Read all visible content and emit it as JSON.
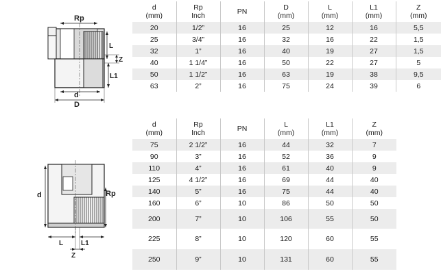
{
  "drawing_1": {
    "labels": {
      "rp": "Rp",
      "l": "L",
      "z": "Z",
      "l1": "L1",
      "d_inner": "d",
      "d_outer": "D"
    }
  },
  "drawing_2": {
    "labels": {
      "d": "d",
      "rp": "Rp",
      "l": "L",
      "l1": "L1",
      "z": "Z"
    }
  },
  "table_1": {
    "headers": [
      [
        "d",
        "(mm)"
      ],
      [
        "Rp",
        "Inch"
      ],
      [
        "PN",
        ""
      ],
      [
        "D",
        "(mm)"
      ],
      [
        "L",
        "(mm)"
      ],
      [
        "L1",
        "(mm)"
      ],
      [
        "Z",
        "(mm)"
      ]
    ],
    "rows": [
      [
        "20",
        "1/2”",
        "16",
        "25",
        "12",
        "16",
        "5,5"
      ],
      [
        "25",
        "3/4”",
        "16",
        "32",
        "16",
        "22",
        "1,5"
      ],
      [
        "32",
        "1”",
        "16",
        "40",
        "19",
        "27",
        "1,5"
      ],
      [
        "40",
        "1 1/4”",
        "16",
        "50",
        "22",
        "27",
        "5"
      ],
      [
        "50",
        "1 1/2”",
        "16",
        "63",
        "19",
        "38",
        "9,5"
      ],
      [
        "63",
        "2”",
        "16",
        "75",
        "24",
        "39",
        "6"
      ]
    ]
  },
  "table_2": {
    "headers": [
      [
        "d",
        "(mm)"
      ],
      [
        "Rp",
        "Inch"
      ],
      [
        "PN",
        ""
      ],
      [
        "L",
        "(mm)"
      ],
      [
        "L1",
        "(mm)"
      ],
      [
        "Z",
        "(mm)"
      ]
    ],
    "rows": [
      [
        "75",
        "2 1/2”",
        "16",
        "44",
        "32",
        "7"
      ],
      [
        "90",
        "3”",
        "16",
        "52",
        "36",
        "9"
      ],
      [
        "110",
        "4”",
        "16",
        "61",
        "40",
        "9"
      ],
      [
        "125",
        "4 1/2”",
        "16",
        "69",
        "44",
        "40"
      ],
      [
        "140",
        "5”",
        "16",
        "75",
        "44",
        "40"
      ],
      [
        "160",
        "6”",
        "10",
        "86",
        "50",
        "50"
      ],
      [
        "200",
        "7”",
        "10",
        "106",
        "55",
        "50"
      ],
      [
        "225",
        "8”",
        "10",
        "120",
        "60",
        "55"
      ],
      [
        "250",
        "9”",
        "10",
        "131",
        "60",
        "55"
      ]
    ]
  }
}
